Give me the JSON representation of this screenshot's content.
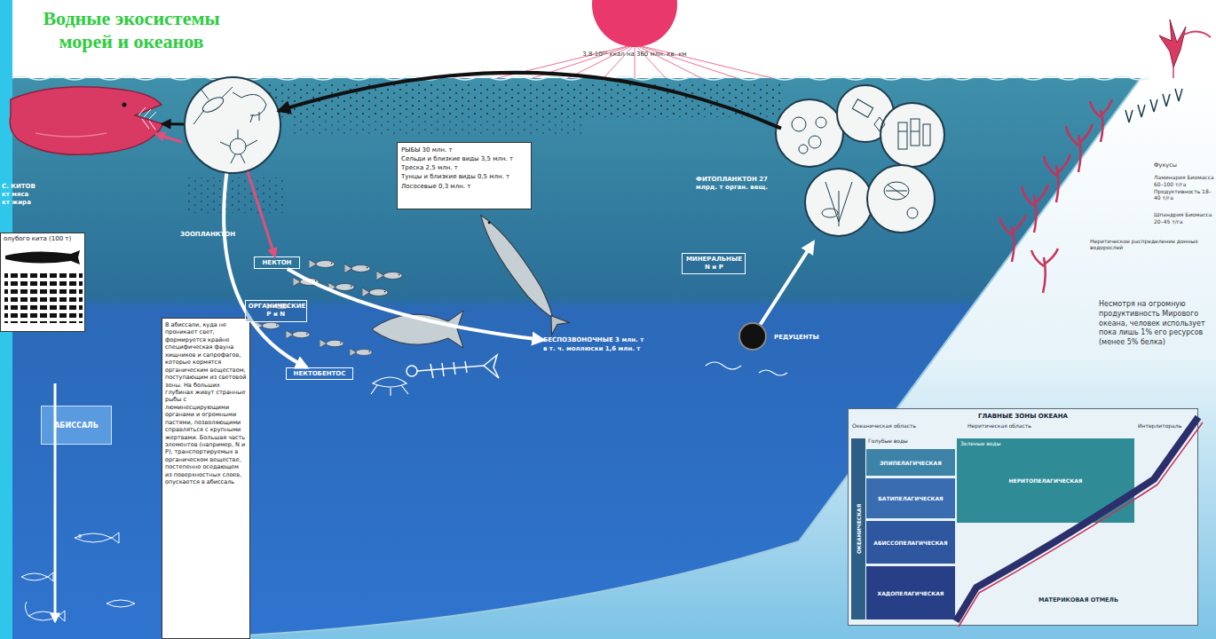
{
  "diagram": {
    "title": "Водные экосистемы морей и океанов",
    "nodes": [
      {
        "text": [
          "3,8·10²⁰ ккал на 360 млн. кв. км"
        ]
      },
      {
        "text": [
          "С. КИТОВ",
          "кт мяса",
          "кт жира"
        ]
      },
      {
        "text": [
          "ЗООПЛАНКТОН"
        ]
      },
      {
        "text": [
          "ФИТОПЛАНКТОН 27 млрд. т орган. вещ."
        ]
      },
      {
        "text": [
          "НЕКТОН"
        ]
      },
      {
        "text": [
          "РЫБЫ 30 млн. т",
          "Сельди и близкие виды 3,5 млн. т",
          "Треска 2,5 млн. т",
          "Тунцы и близкие виды 0,5 млн. т",
          "Лососевые 0,3 млн. т"
        ]
      },
      {
        "text": [
          "БЕСПОЗВОНОЧНЫЕ 3 млн. т",
          "в т. ч. моллюски 1,6 млн. т"
        ]
      },
      {
        "text": [
          "РЕДУЦЕНТЫ"
        ]
      },
      {
        "text": [
          "НЕКТОБЕНТОС"
        ]
      },
      {
        "text": [
          "олубого кита (100 т)"
        ]
      },
      {
        "text": [
          "АБИССАЛЬ"
        ]
      },
      {
        "text": [
          "В абиссали, куда не проникает свет, формируется крайне специфическая фауна хищников и сапрофагов, которые кормятся органическим веществом, поступающим из световой зоны. На больших глубинах живут странные рыбы с люминесцирующими органами и огромными пастями, позволяющими справляться с крупными жертвами. Большая часть элементов (например, N и P), транспортируемых в органическом веществе, постепенно оседающем из поверхностных слоев, опускается в абиссаль"
        ]
      },
      {
        "text": [
          "ГЛАВНЫЕ ЗОНЫ ОКЕАНА"
        ]
      },
      {
        "text": [
          "ЭПИПЕЛАГИЧЕСКАЯ"
        ],
        "in": 12
      },
      {
        "text": [
          "НЕРИТОПЕЛАГИЧЕСКАЯ"
        ],
        "in": 12
      },
      {
        "text": [
          "БАТИПЕЛАГИЧЕСКАЯ"
        ],
        "in": 12
      },
      {
        "text": [
          "АБИССОПЕЛАГИЧЕСКАЯ"
        ],
        "in": 12
      },
      {
        "text": [
          "ХАДОПЕЛАГИЧЕСКАЯ"
        ],
        "in": 12
      },
      {
        "text": [
          "ОКЕАНИЧЕСКАЯ"
        ],
        "in": 12
      }
    ],
    "edges": [
      {
        "from": 2,
        "to": 1,
        "arrow": "to"
      },
      {
        "from": 3,
        "to": 2,
        "arrow": "to"
      },
      {
        "from": 2,
        "to": 4,
        "arrow": "to"
      },
      {
        "from": 2,
        "to": 8,
        "label": "ОРГАНИЧЕСКИЕ P и N",
        "arrow": "to"
      },
      {
        "from": 4,
        "to": 6,
        "arrow": "to"
      },
      {
        "from": 7,
        "to": 3,
        "label": "МИНЕРАЛЬНЫЕ N и P",
        "arrow": "to"
      }
    ],
    "labels": [
      "Несмотря на огромную продуктивность Мирового океана, человек использует пока лишь 1% его ресурсов (менее 5% белка)",
      "Фукусы",
      "Ламинария Биомасса 60–100 т/га Продуктивность 18–40 т/га",
      "Шпандрия Биомасса 20–45 т/га",
      "Неритическое распределение донных водорослей",
      "Океаническая область",
      "Неритическая область",
      "Интерлитораль",
      "Голубые воды",
      "Зеленые воды",
      "МАТЕРИКОВАЯ ОТМЕЛЬ"
    ]
  }
}
